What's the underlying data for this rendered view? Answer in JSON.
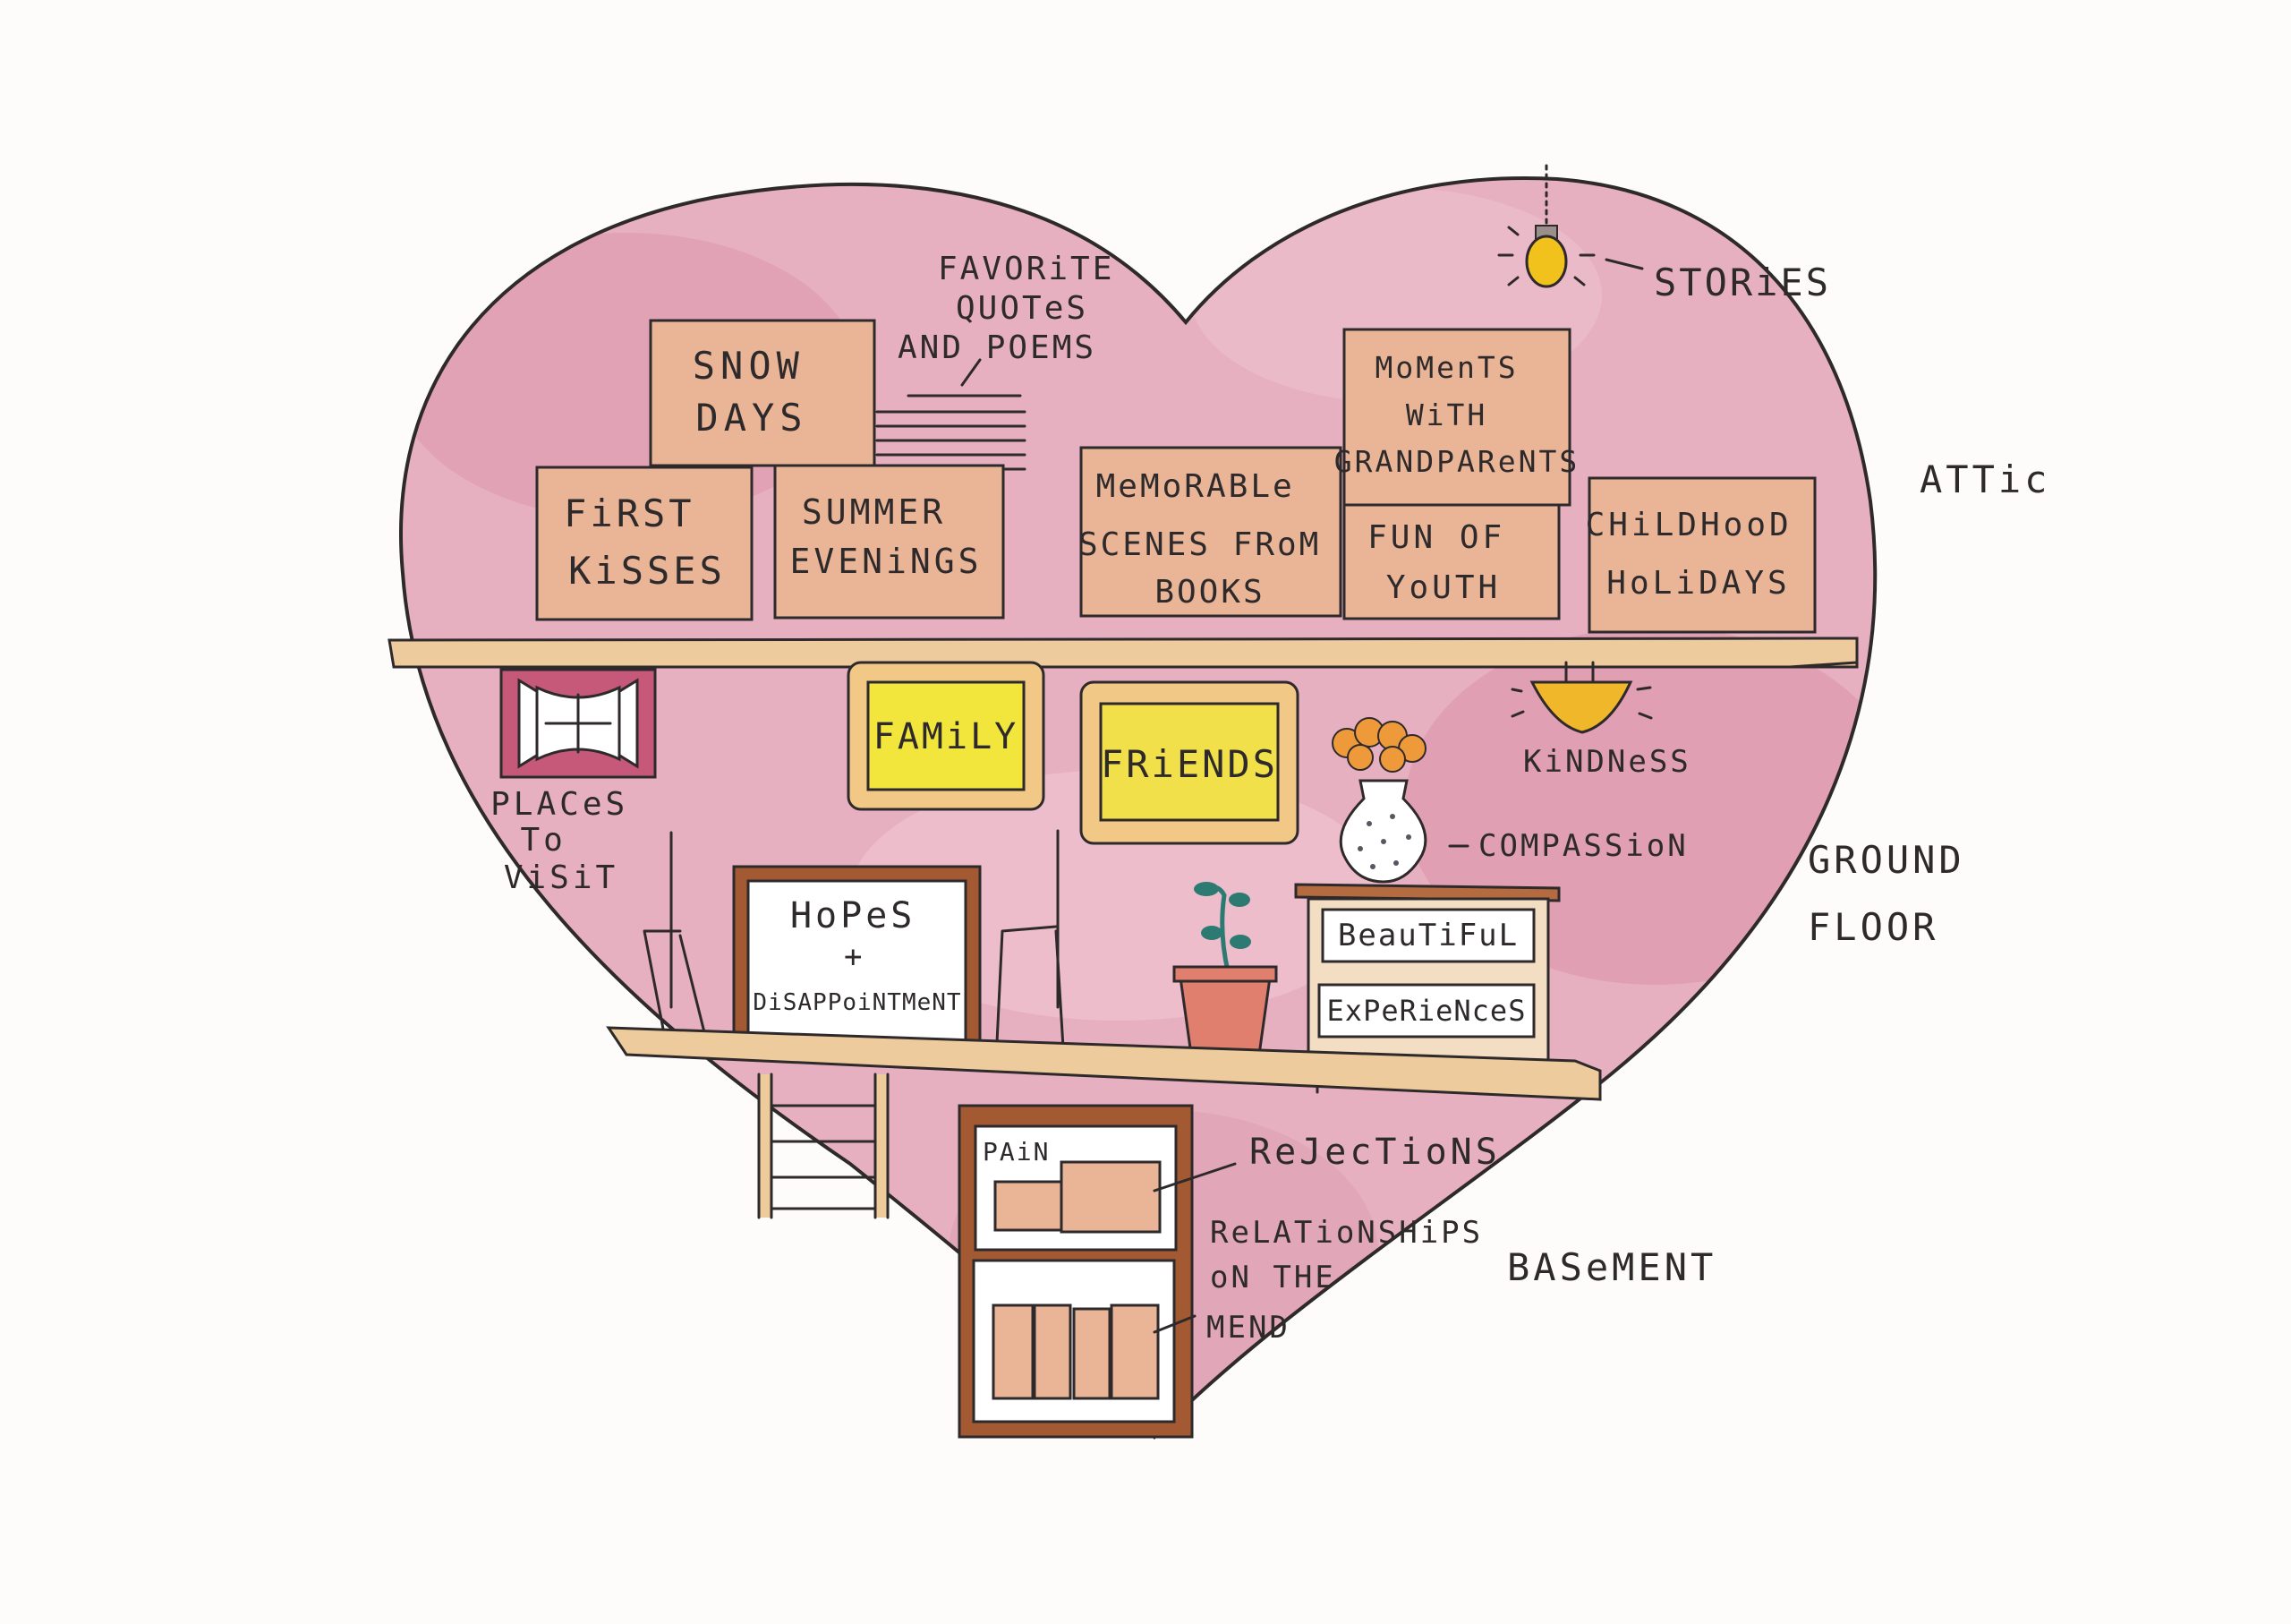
{
  "floors": {
    "attic": "ATTic",
    "ground_floor": [
      "GROUND",
      "FLOOR"
    ],
    "basement": "BASeMENT"
  },
  "attic": {
    "stories": "STORiES",
    "quotes": [
      "FAVORiTE",
      "QUOTeS",
      "AND POEMS"
    ],
    "boxes": {
      "snow_days": [
        "SNOW",
        "DAYS"
      ],
      "first_kisses": [
        "FiRST",
        "KiSSES"
      ],
      "summer_evenings": [
        "SUMMER",
        "EVENiNGS"
      ],
      "memorable_scenes": [
        "MeMoRABLe",
        "SCENES FRoM",
        "BOOKS"
      ],
      "moments_grandparents": [
        "MoMenTS",
        "WiTH",
        "GRANDPAReNTS"
      ],
      "fun_of_youth": [
        "FUN OF",
        "YoUTH"
      ],
      "childhood_holidays": [
        "CHiLDHooD",
        "HoLiDAYS"
      ]
    }
  },
  "ground": {
    "places": [
      "PLACeS",
      "To",
      "ViSiT"
    ],
    "family": "FAMiLY",
    "friends": "FRiENDS",
    "kindness": "KiNDNeSS",
    "compassion": "COMPASSioN",
    "hopes": [
      "HoPeS",
      "+",
      "DiSAPPoiNTMeNT"
    ],
    "beautiful": "BeauTiFuL",
    "experiences": "ExPeRieNceS"
  },
  "basement": {
    "pain": "PAiN",
    "rejections": "ReJecTioNS",
    "relationships": [
      "ReLATioNSHiPS",
      "oN THE",
      "MEND"
    ]
  }
}
